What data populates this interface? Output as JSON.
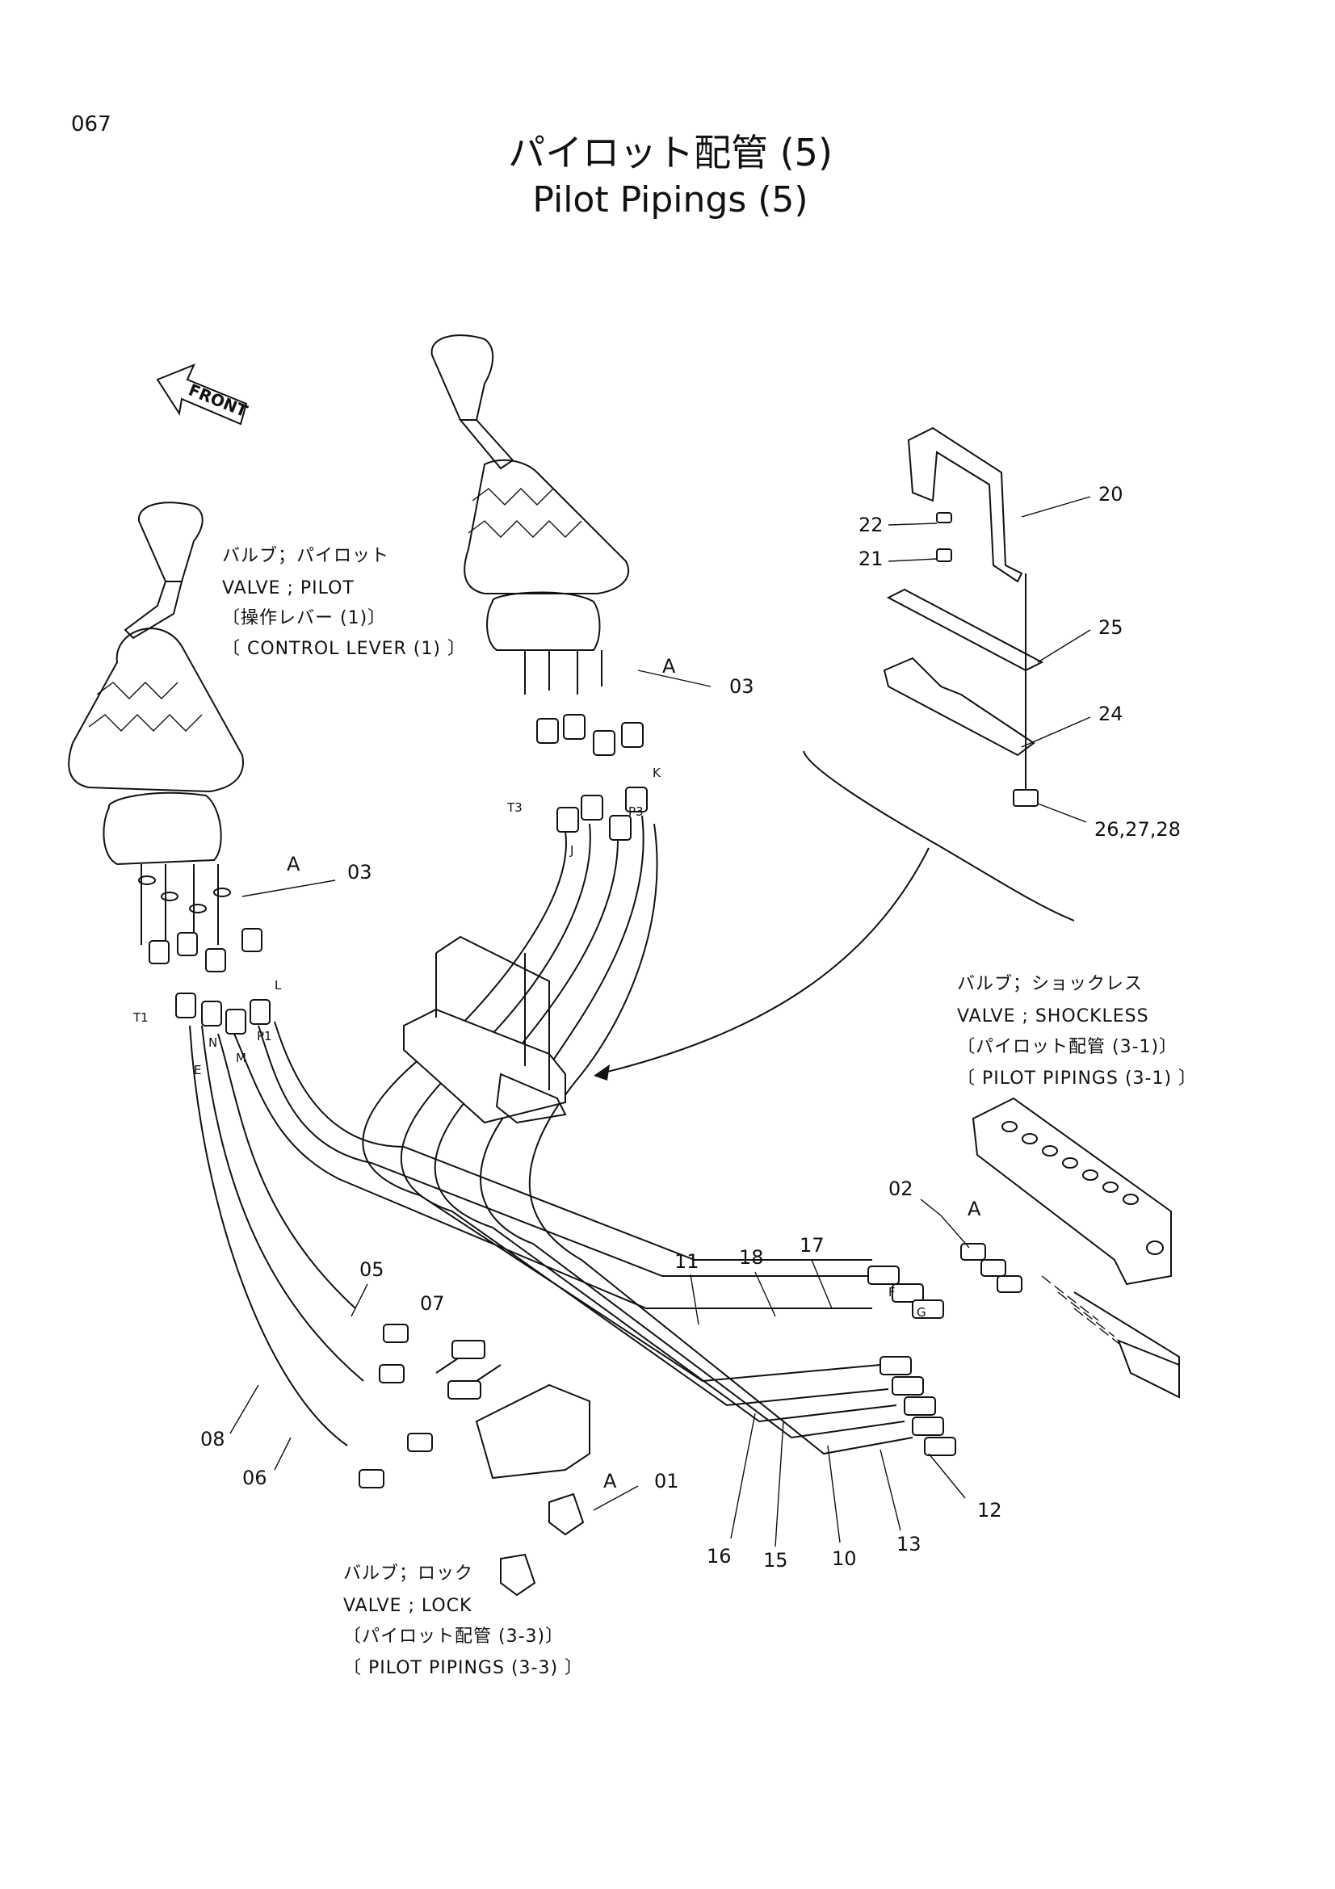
{
  "page_code": "067",
  "title_jp": "パイロット配管 (5)",
  "title_en": "Pilot Pipings (5)",
  "front_label": "FRONT",
  "callouts": {
    "pilot_valve": [
      "バルブ；パイロット",
      "VALVE ; PILOT",
      "〔操作レバー (1)〕",
      "〔 CONTROL LEVER (1) 〕"
    ],
    "shockless_valve": [
      "バルブ；ショックレス",
      "VALVE ; SHOCKLESS",
      "〔パイロット配管 (3-1)〕",
      "〔 PILOT PIPINGS (3-1) 〕"
    ],
    "lock_valve": [
      "バルブ；ロック",
      "VALVE ; LOCK",
      "〔パイロット配管 (3-3)〕",
      "〔 PILOT PIPINGS (3-3) 〕"
    ]
  },
  "part_numbers": [
    "01",
    "02",
    "03",
    "03",
    "05",
    "06",
    "07",
    "08",
    "10",
    "11",
    "12",
    "13",
    "15",
    "16",
    "17",
    "18",
    "20",
    "21",
    "22",
    "24",
    "25",
    "26,27,28"
  ],
  "ref_letter": "A",
  "port_letters": [
    "E",
    "F",
    "G",
    "J",
    "K",
    "L",
    "M",
    "N",
    "T1",
    "T3",
    "P1",
    "P3"
  ]
}
